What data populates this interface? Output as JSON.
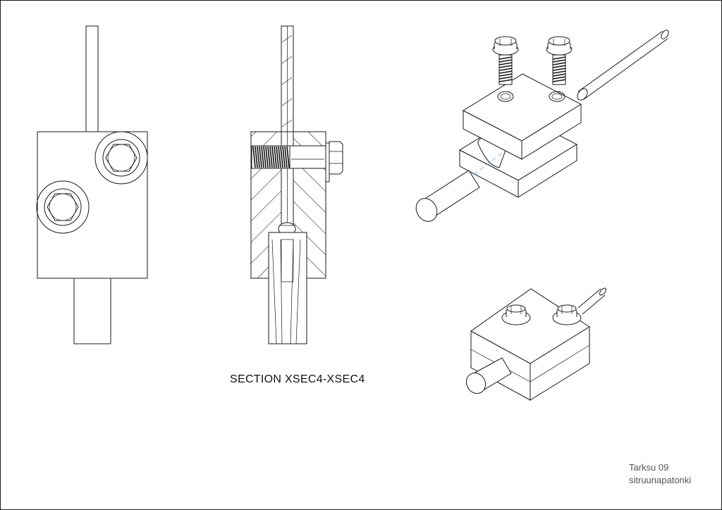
{
  "drawing": {
    "section_label": "SECTION XSEC4-XSEC4",
    "title_block": {
      "line1": "Tarksu 09",
      "line2": "sitruunapatonki"
    }
  }
}
